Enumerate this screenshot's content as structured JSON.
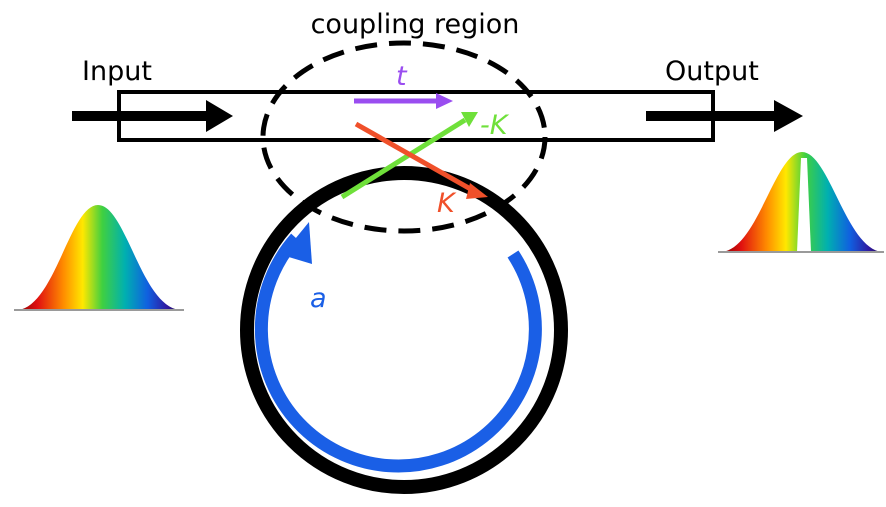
{
  "labels": {
    "coupling_region": "coupling region",
    "input": "Input",
    "output": "Output",
    "t": "t",
    "neg_k": "-K",
    "k": "K",
    "a": "a"
  },
  "colors": {
    "waveguide": "#000000",
    "t_arrow": "#9a4df0",
    "neg_k_arrow": "#6fe03a",
    "k_arrow": "#f0502a",
    "a_arrow": "#1a5fe6"
  },
  "spectra": {
    "input": "full-spectrum-gaussian",
    "output": "gaussian-with-resonance-notch"
  }
}
